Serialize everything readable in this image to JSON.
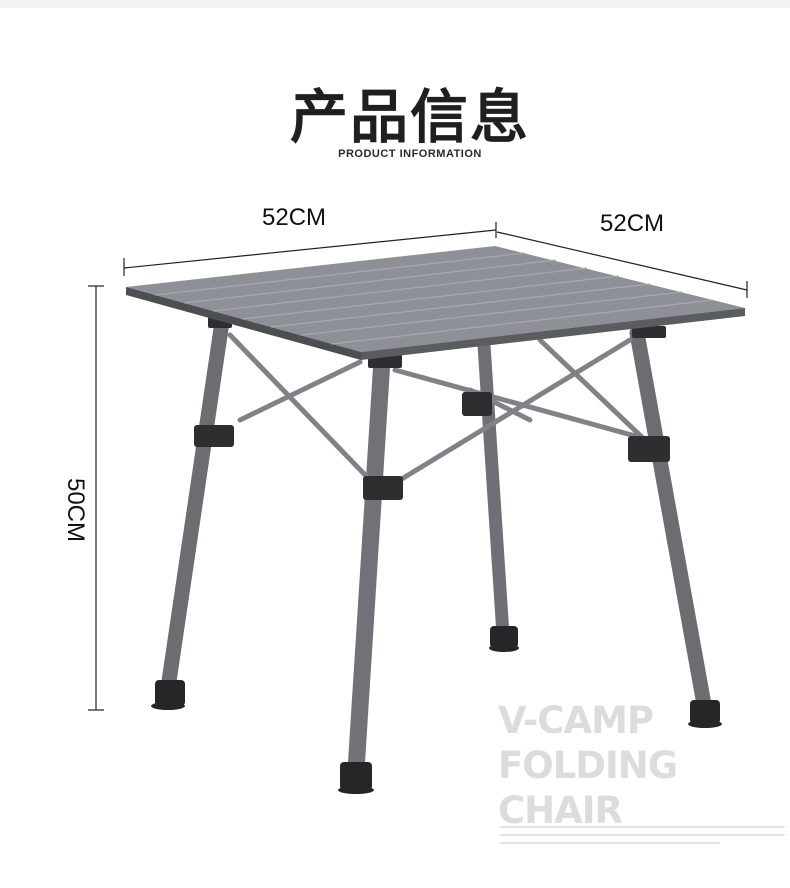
{
  "header": {
    "title": "产品信息",
    "subtitle": "PRODUCT INFORMATION"
  },
  "dimensions": {
    "width": "52CM",
    "depth": "52CM",
    "height": "50CM"
  },
  "brand": {
    "line1": "V-CAMP",
    "line2": "FOLDING",
    "line3": "CHAIR"
  },
  "colors": {
    "tabletop": "#8d9097",
    "frame": "#6b6d71",
    "feet": "#2a2a2a",
    "brand_text": "#dcdcdc"
  }
}
